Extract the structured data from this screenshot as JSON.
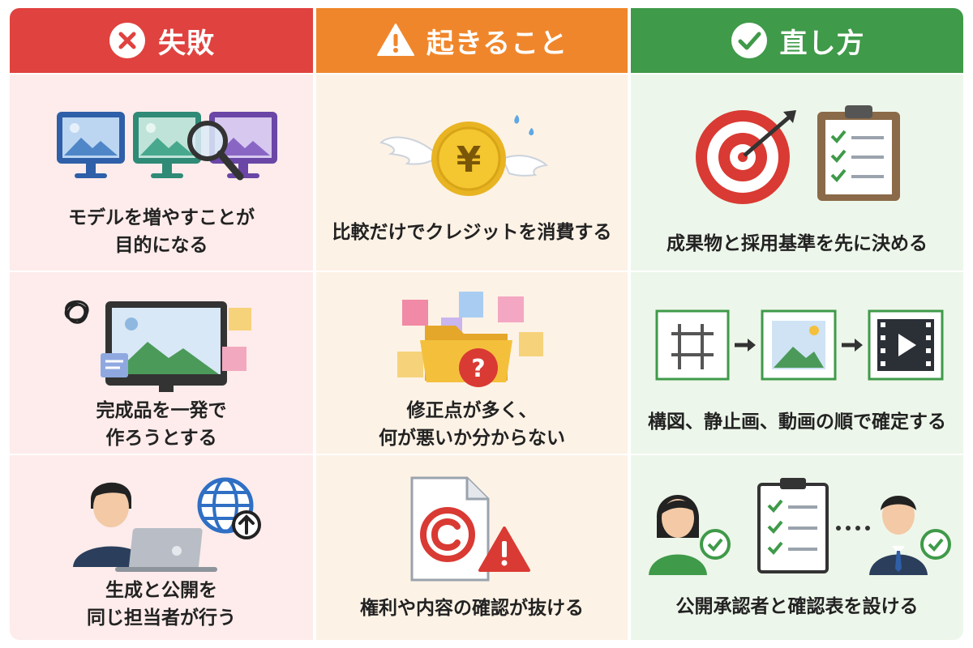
{
  "headers": {
    "failure": "失敗",
    "consequence": "起きること",
    "fix": "直し方"
  },
  "rows": [
    {
      "failure": [
        "モデルを増やすことが",
        "目的になる"
      ],
      "consequence": [
        "比較だけでクレジットを消費する"
      ],
      "fix": [
        "成果物と採用基準を先に決める"
      ]
    },
    {
      "failure": [
        "完成品を一発で",
        "作ろうとする"
      ],
      "consequence": [
        "修正点が多く、",
        "何が悪いか分からない"
      ],
      "fix": [
        "構図、静止画、動画の順で確定する"
      ]
    },
    {
      "failure": [
        "生成と公開を",
        "同じ担当者が行う"
      ],
      "consequence": [
        "権利や内容の確認が抜ける"
      ],
      "fix": [
        "公開承認者と確認表を設ける"
      ]
    }
  ],
  "coin_symbol": "¥",
  "colors": {
    "failure_header": "#e0423f",
    "consequence_header": "#f0862b",
    "fix_header": "#3f9a49",
    "failure_bg": "#fdeceb",
    "consequence_bg": "#fdf2e6",
    "fix_bg": "#edf6ea"
  },
  "icons": {
    "failure_header": "x-circle-icon",
    "consequence_header": "warning-triangle-icon",
    "fix_header": "check-circle-icon"
  }
}
